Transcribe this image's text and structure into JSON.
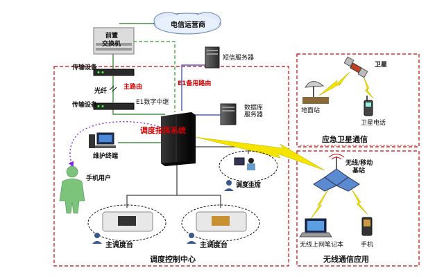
{
  "nodes": {
    "telecom_operator": "电信运营商",
    "front_switch_line1": "前置",
    "front_switch_line2": "交换机",
    "sms_server": "短信服务器",
    "transmission_1": "传输设备",
    "fiber": "光纤",
    "main_route": "主路由",
    "transmission_2": "传输设备",
    "e1_trunk": "E1数字中继",
    "e1_backup": "E1备用路由",
    "db_server_line1": "数据库",
    "db_server_line2": "服务器",
    "dispatch_switch": "调度指挥系统",
    "maintenance": "维护终端",
    "mobile_user": "手机用户",
    "dispatch_seat": "调度坐席",
    "main_console_1": "主调度台",
    "main_console_2": "主调度台",
    "satellite": "卫星",
    "ground_station": "地面站",
    "satellite_phone": "卫星电话",
    "wireless_bs_line1": "无线/移动",
    "wireless_bs_line2": "基站",
    "wireless_laptop": "无线上网笔记本",
    "phone": "手机"
  },
  "regions": {
    "control_center": "调度控制中心",
    "emergency_satellite": "应急卫星通信",
    "wireless_app": "无线通信应用"
  },
  "colors": {
    "region_border": "#d40000",
    "main_line": "#1f7a1f",
    "backup_line": "#2a9a2a",
    "server_line": "#2b3bb5",
    "wireless_bolt": "#f5e400",
    "dotted_purple": "#8a2be2",
    "accent_red": "#d40000"
  }
}
